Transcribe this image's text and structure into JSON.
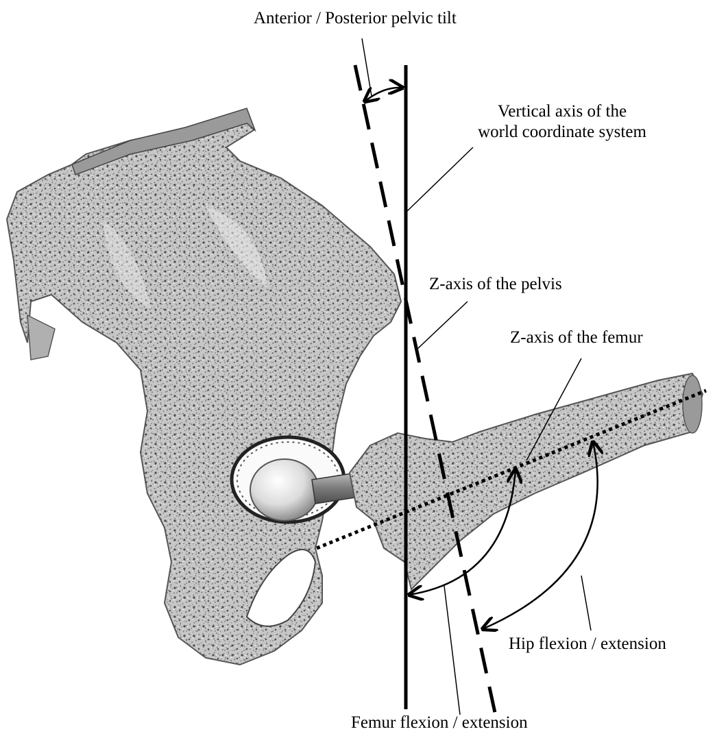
{
  "figure": {
    "labels": {
      "pelvic_tilt": "Anterior / Posterior pelvic tilt",
      "vertical_axis_line1": "Vertical axis of the",
      "vertical_axis_line2": "world coordinate system",
      "pelvis_z_axis": "Z-axis of the pelvis",
      "femur_z_axis": "Z-axis of the femur",
      "hip_flexion": "Hip flexion / extension",
      "femur_flexion": "Femur flexion / extension"
    },
    "colors": {
      "ink": "#000000",
      "bone_light": "#d8d8d8",
      "bone_mid": "#b4b4b4",
      "bone_dark": "#8a8a8a",
      "implant": "#e4e4e4"
    }
  }
}
